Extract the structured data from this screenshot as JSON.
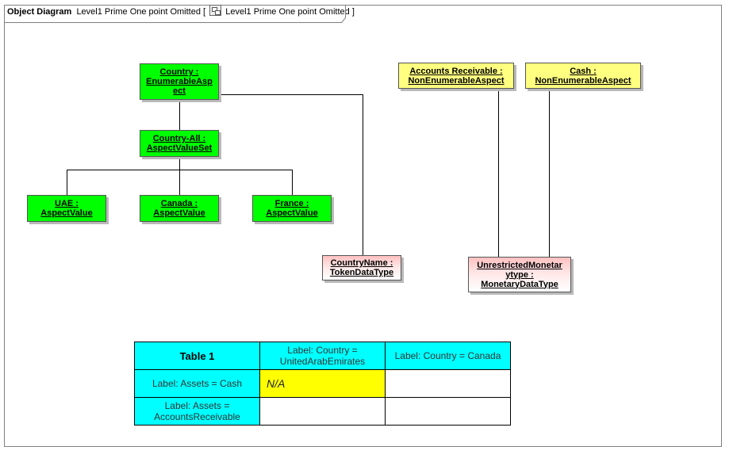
{
  "diagram": {
    "type_label": "Object Diagram",
    "name": "Level1 Prime One point Omitted",
    "open_bracket": "[",
    "ref_name": "Level1 Prime One point Omitted",
    "close_bracket": "]"
  },
  "nodes": {
    "country": "Country : EnumerableAspect",
    "country_all": "Country-All : AspectValueSet",
    "uae": "UAE : AspectValue",
    "canada": "Canada : AspectValue",
    "france": "France : AspectValue",
    "accounts_receivable": "Accounts Receivable : NonEnumerableAspect",
    "cash": "Cash : NonEnumerableAspect",
    "country_name": "CountryName : TokenDataType",
    "unrestricted_monetary": "UnrestrictedMonetarytype : MonetaryDataType"
  },
  "node_lines": {
    "country": [
      "Country :",
      "EnumerableAsp",
      "ect"
    ],
    "country_all": [
      "Country-All :",
      "AspectValueSet"
    ],
    "uae": [
      "UAE :",
      "AspectValue"
    ],
    "canada": [
      "Canada :",
      "AspectValue"
    ],
    "france": [
      "France :",
      "AspectValue"
    ],
    "accounts_receivable": [
      "Accounts Receivable :",
      "NonEnumerableAspect"
    ],
    "cash": [
      "Cash :",
      "NonEnumerableAspect"
    ],
    "country_name": [
      "CountryName :",
      "TokenDataType"
    ],
    "unrestricted_monetary": [
      "UnrestrictedMonetar",
      "ytype :",
      "MonetaryDataType"
    ]
  },
  "table": {
    "title": "Table 1",
    "col1": "Label: Country = UnitedArabEmirates",
    "col2": "Label: Country = Canada",
    "row1": "Label: Assets = Cash",
    "row2": "Label: Assets = AccountsReceivable",
    "r1c1": "N/A",
    "r1c2": "",
    "r2c1": "",
    "r2c2": ""
  },
  "colors": {
    "aspect_green": "#00ff00",
    "aspect_yellow": "#ffff80",
    "datatype_pink": "#ffc0c0",
    "table_cyan": "#00ffff",
    "cell_yellow": "#ffff00"
  }
}
